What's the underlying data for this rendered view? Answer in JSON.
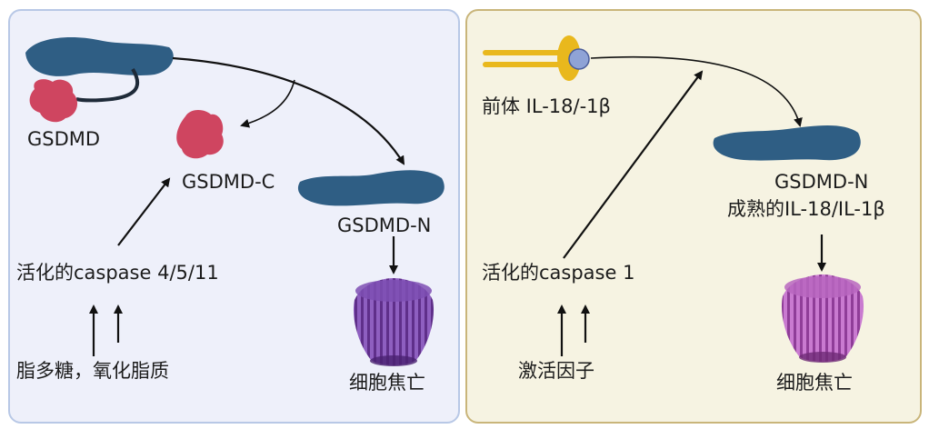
{
  "left_panel": {
    "label_gsdmd": "GSDMD",
    "label_gsdmd_c": "GSDMD-C",
    "label_gsdmd_n": "GSDMD-N",
    "label_active_caspase": "活化的caspase 4/5/11",
    "label_triggers": "脂多糖，氧化脂质",
    "label_outcome": "细胞焦亡"
  },
  "right_panel": {
    "label_precursor": "前体 IL-18/-1β",
    "label_gsdmd_n": "GSDMD-N",
    "label_mature": "成熟的IL-18/IL-1β",
    "label_active_caspase": "活化的caspase 1",
    "label_triggers": "激活因子",
    "label_outcome": "细胞焦亡"
  },
  "colors": {
    "protein_blue": "#2f5e84",
    "gsdmd_c_red": "#cf4560",
    "pore_purple_left": "#6f3c99",
    "pore_purple_right": "#a04aa8",
    "precursor_yellow": "#e9b81d",
    "precursor_bead": "#8fa3d6"
  }
}
